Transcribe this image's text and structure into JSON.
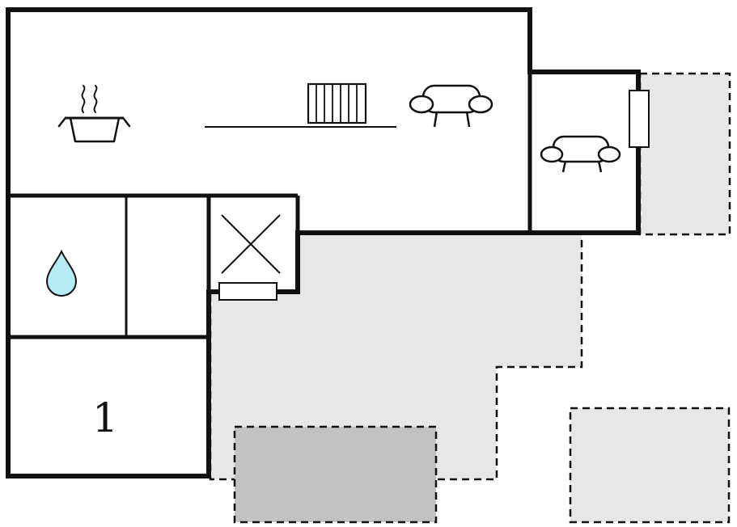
{
  "diagram": {
    "type": "floor-plan",
    "labels": {
      "room1": "1"
    },
    "colors": {
      "wall": "#111111",
      "background": "#ffffff",
      "terrace_light": "#e7e7e7",
      "terrace_dark": "#c2c2c2",
      "drop_fill": "#b5ecf4"
    },
    "icons": [
      {
        "name": "stove-pot-icon",
        "represents": "kitchen cooking pot with steam"
      },
      {
        "name": "radiator-icon",
        "represents": "radiator / heater"
      },
      {
        "name": "kitchen-counter-line",
        "represents": "kitchen counter"
      },
      {
        "name": "sofa-living-icon",
        "represents": "sofa in living room"
      },
      {
        "name": "sofa-rightroom-icon",
        "represents": "sofa in right room"
      },
      {
        "name": "crossed-square-icon",
        "represents": "crossed square (shower/stairs area)"
      },
      {
        "name": "water-drop-icon",
        "represents": "bathroom / water point"
      },
      {
        "name": "window-right-icon",
        "represents": "window in right wall"
      },
      {
        "name": "window-bottom-icon",
        "represents": "window/door in lower wall"
      },
      {
        "name": "terrace-top-right",
        "represents": "terrace (dashed outline)"
      },
      {
        "name": "terrace-main",
        "represents": "main terrace (dashed outline)"
      },
      {
        "name": "patio-dark",
        "represents": "dark patio rectangle (dashed outline)"
      },
      {
        "name": "patio-bottom-right",
        "represents": "bottom-right patio (dashed outline)"
      }
    ]
  }
}
